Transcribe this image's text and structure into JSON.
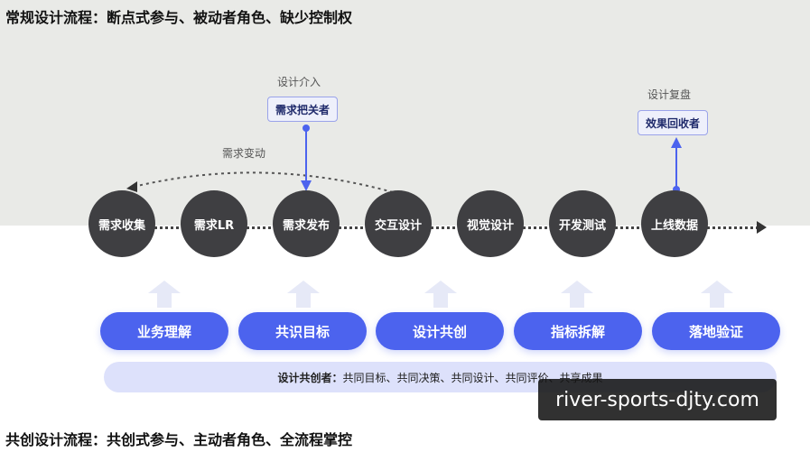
{
  "titles": {
    "top": "常规设计流程：断点式参与、被动者角色、缺少控制权",
    "bottom": "共创设计流程：共创式参与、主动者角色、全流程掌控"
  },
  "steps": [
    "需求收集",
    "需求LR",
    "需求发布",
    "交互设计",
    "视觉设计",
    "开发测试",
    "上线数据"
  ],
  "annotations": {
    "design_involve": "设计介入",
    "requirement_gatekeeper": "需求把关者",
    "requirement_change": "需求变动",
    "design_review": "设计复盘",
    "effect_collector": "效果回收者"
  },
  "pills": [
    "业务理解",
    "共识目标",
    "设计共创",
    "指标拆解",
    "落地验证"
  ],
  "collab_bar": {
    "label": "设计共创者：",
    "items": "共同目标、共同决策、共同设计、共同评价、共享成果"
  },
  "watermark": "river-sports-djty.com",
  "colors": {
    "top_band": "#e9eae7",
    "circle": "#3f3f42",
    "accent_blue": "#4c63ee",
    "bar_blue": "#dde1fb"
  }
}
